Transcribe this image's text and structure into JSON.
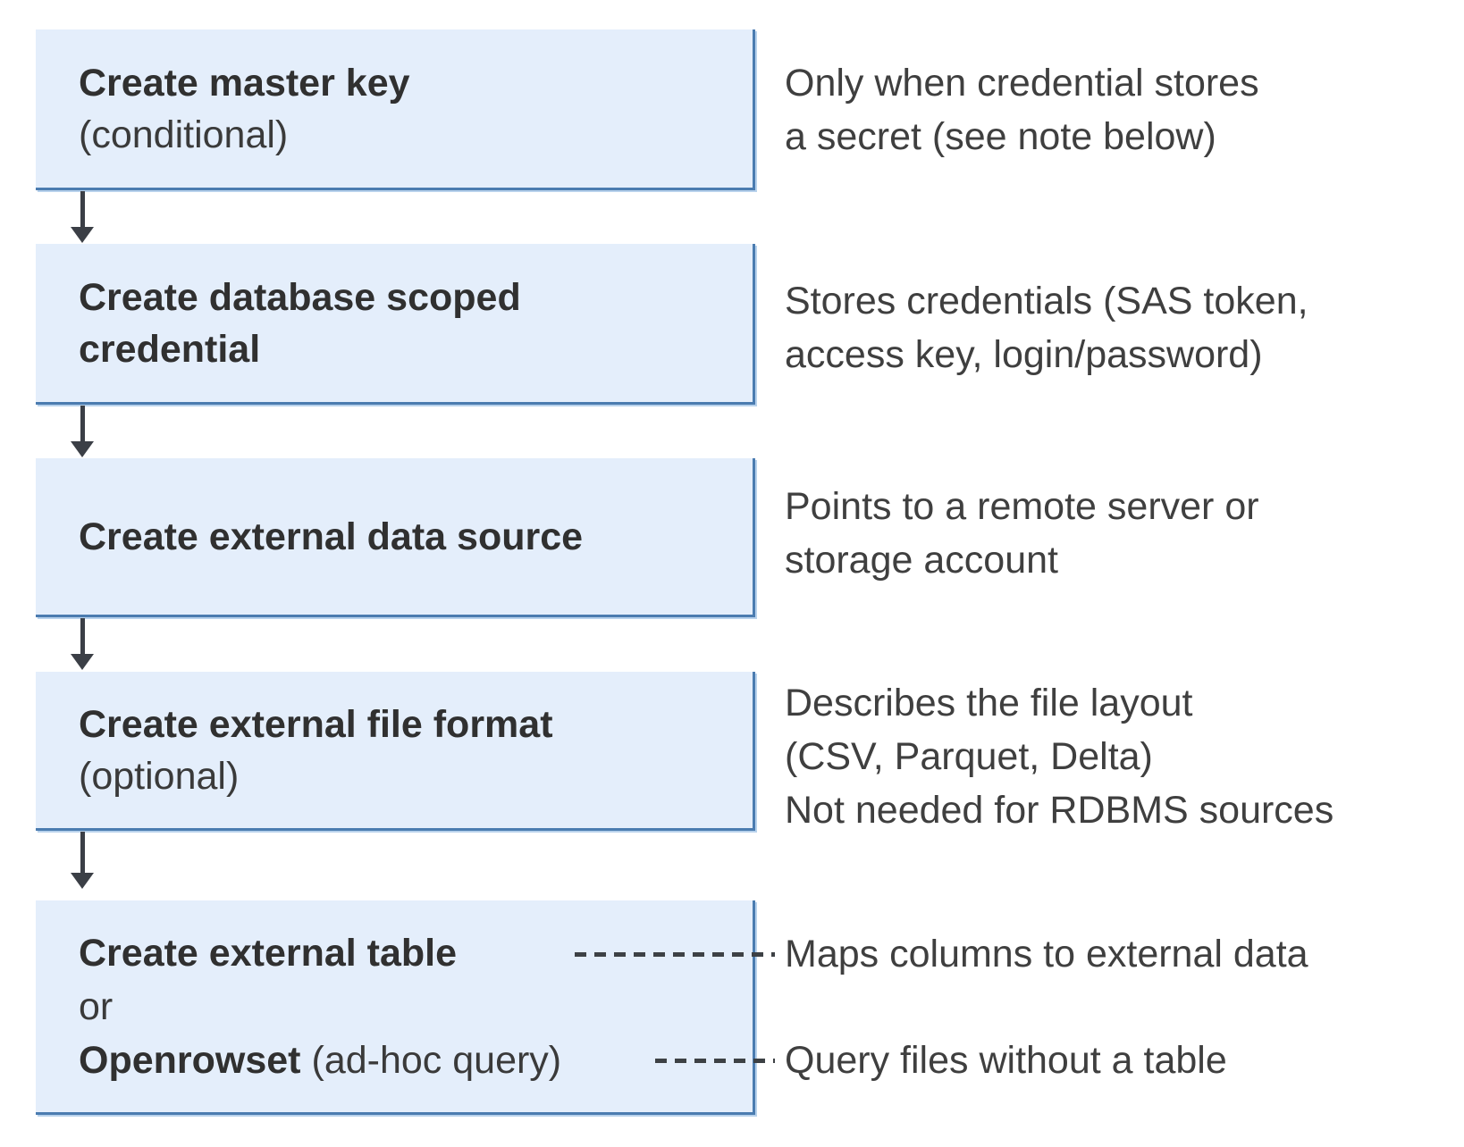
{
  "diagram": {
    "steps": [
      {
        "title": "Create master key",
        "subtitle": "(conditional)"
      },
      {
        "lines": [
          "Create database scoped",
          "credential"
        ]
      },
      {
        "title": "Create external data source"
      },
      {
        "title": "Create external file format",
        "subtitle": "(optional)"
      },
      {
        "title": "Create external table",
        "connector_word": "or",
        "alt_title": "Openrowset",
        "alt_suffix": "(ad-hoc query)"
      }
    ],
    "notes": [
      {
        "lines": [
          "Only when credential stores",
          "a secret (see note below)"
        ]
      },
      {
        "lines": [
          "Stores credentials (SAS token,",
          "access key, login/password)"
        ]
      },
      {
        "lines": [
          "Points to a remote server or",
          "storage account"
        ]
      },
      {
        "lines": [
          "Describes the file layout",
          "(CSV, Parquet, Delta)",
          "Not needed for RDBMS sources"
        ]
      },
      {
        "lines": [
          "Maps columns to external data"
        ]
      },
      {
        "lines": [
          "Query files without a table"
        ]
      }
    ],
    "colors": {
      "box_fill": "#e4eefb",
      "box_border": "#4b7cb0",
      "box_border_light": "#b8d2ec",
      "arrow": "#3b3f46",
      "title_text": "#303030",
      "body_text": "#3f3f3f"
    }
  }
}
